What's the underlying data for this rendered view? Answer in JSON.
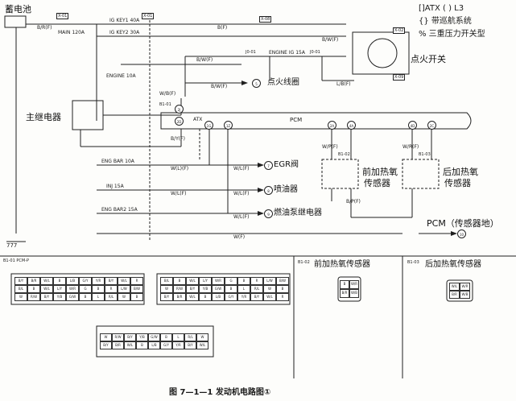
{
  "labels": {
    "battery": "蓄电池",
    "main_relay": "主继电器",
    "pcm": "PCM",
    "atx": "ATX",
    "ignition_switch": "点火开关",
    "ignition_coil": "点火线圈",
    "egr_valve": "EGR阀",
    "injector": "喷油器",
    "fuel_pump_relay": "燃油泵继电器",
    "front_o2_line1": "前加热氧",
    "front_o2_line2": "传感器",
    "rear_o2_line1": "后加热氧",
    "rear_o2_line2": "传感器",
    "pcm_ground": "PCM（传感器地）",
    "front_o2_connector": "前加热氧传感器",
    "rear_o2_connector": "后加热氧传感器",
    "legend_1": "[]ATX  ( ) L3",
    "legend_2": "{} 带巡航系统",
    "legend_3": "% 三重压力开关型"
  },
  "fuses": {
    "ig_key1": "IG KEY1 40A",
    "main": "MAIN 120A",
    "ig_key2": "IG KEY2 30A",
    "engine_ig": "ENGINE IG 15A",
    "engine_b": "ENGINE 10A",
    "eng_bar": "ENG BAR 10A",
    "inj": "INJ 15A",
    "eng_bar2": "ENG BAR2 15A"
  },
  "connectors": {
    "x01a": "X-01",
    "x01b": "X-01",
    "x08": "X-08",
    "x02": "X-02",
    "x09": "X-09",
    "j001a": "J0-01",
    "j001b": "J0-01",
    "b101": "B1-01",
    "b102": "B1-02",
    "b103": "B1-03",
    "b101pcm": "B1-01 PCM-P",
    "b102b": "B1-02",
    "b103b": "B1-03"
  },
  "wires": {
    "br": "B/R(F)",
    "b": "B(F)",
    "bw": "B/W(F)",
    "bw2": "B/W(F)",
    "bw3": "B/W(F)",
    "lb": "L/B(F)",
    "wb": "W/B(F)",
    "by": "B/Y(F)",
    "wl1": "W(L)(F)",
    "wl2": "W/L(F)",
    "wl3": "W/L(F)",
    "wl4": "W/L(F)",
    "wl5": "W/L(F)",
    "wf": "W(F)",
    "wp": "W/P(F)",
    "bp": "B/P(F)",
    "wr": "W/R(F)",
    "ground": "777"
  },
  "pins": {
    "p1": "2D",
    "p2": "2J",
    "p3": "1G",
    "p4": "1Z",
    "p5": "2A",
    "p6": "4A",
    "p7": "4D",
    "p8": "2C"
  },
  "destinations": {
    "d4": "4",
    "d5": "5",
    "d7": "7",
    "d8": "8",
    "d9": "9",
    "d10": "10"
  },
  "plug_cells": {
    "row_a": [
      "B/Y",
      "B/R",
      "W/L",
      "B",
      "L/B",
      "G/Y",
      "Y/R",
      "B/Y",
      "W/L",
      "R"
    ],
    "row_b": [
      "B/L",
      "B",
      "W/L",
      "L/Y",
      "W/R",
      "G",
      "B",
      "R",
      "L/W",
      "B/W"
    ],
    "row_c": [
      "W",
      "R/W",
      "B/Y",
      "Y/B",
      "G/W",
      "B",
      "L",
      "R/L",
      "W",
      "B"
    ],
    "o2_front": [
      "B",
      "W/R",
      "B/R",
      "W/B"
    ],
    "o2_rear": [
      "W/L",
      "W/R",
      "B/R",
      "W/B"
    ]
  },
  "caption": "图 7—1—1  发动机电路图①"
}
